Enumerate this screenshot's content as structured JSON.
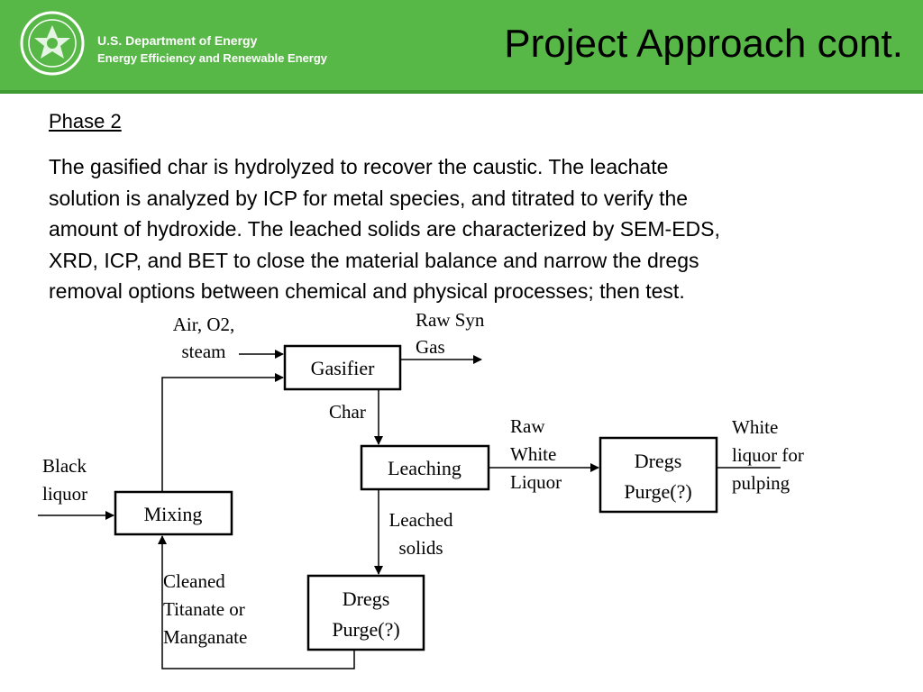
{
  "header": {
    "agency_line1": "U.S. Department of Energy",
    "agency_line2": "Energy Efficiency and Renewable Energy",
    "seal_icon": "doe-seal-icon",
    "bg_color": "#58b847"
  },
  "slide": {
    "title": "Project Approach cont.",
    "phase_heading": "Phase 2",
    "paragraph_lines": [
      "The gasified char is hydrolyzed to recover the caustic.  The leachate",
      "solution is analyzed by ICP for metal species, and titrated to verify the",
      "amount of hydroxide.  The leached solids are characterized by SEM-EDS,",
      "XRD, ICP, and BET to close the material balance and narrow the dregs",
      "removal options between chemical and physical processes; then test."
    ]
  },
  "diagram": {
    "boxes": {
      "gasifier": "Gasifier",
      "leaching": "Leaching",
      "mixing": "Mixing",
      "dregs_purge_right": [
        "Dregs",
        "Purge(?)"
      ],
      "dregs_purge_bottom": [
        "Dregs",
        "Purge(?)"
      ]
    },
    "labels": {
      "air_o2_steam": [
        "Air, O2,",
        "steam"
      ],
      "raw_syn_gas": [
        "Raw Syn",
        "Gas"
      ],
      "char": "Char",
      "raw_white_liquor": [
        "Raw",
        "White",
        "Liquor"
      ],
      "white_liquor_pulping": [
        "White",
        "liquor for",
        "pulping"
      ],
      "black_liquor": [
        "Black",
        "liquor"
      ],
      "leached_solids": [
        "Leached",
        "solids"
      ],
      "cleaned_titanate": [
        "Cleaned",
        "Titanate or",
        "Manganate"
      ]
    }
  }
}
